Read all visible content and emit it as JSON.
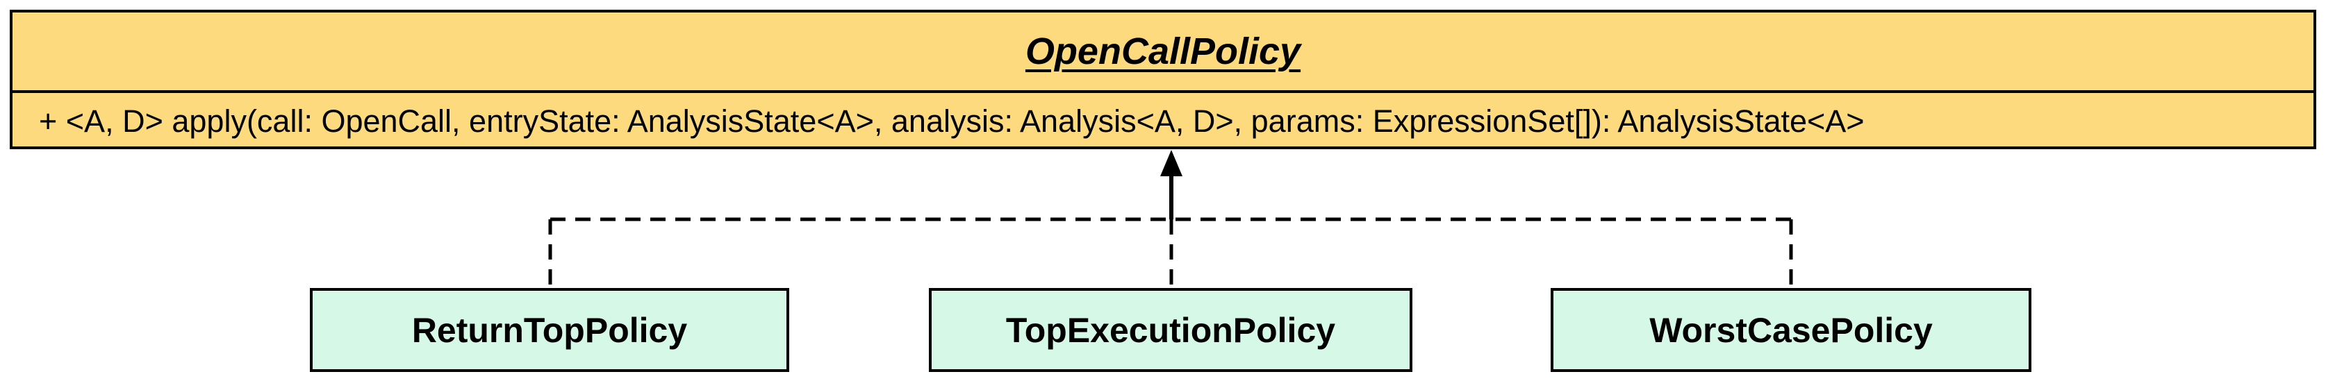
{
  "interface": {
    "name": "OpenCallPolicy",
    "method": "+ <A, D> apply(call: OpenCall, entryState: AnalysisState<A>, analysis: Analysis<A, D>, params: ExpressionSet[]): AnalysisState<A>",
    "fill_color": "#fdda7e"
  },
  "implementations": [
    {
      "name": "ReturnTopPolicy"
    },
    {
      "name": "TopExecutionPolicy"
    },
    {
      "name": "WorstCasePolicy"
    }
  ],
  "implementation_fill_color": "#d6f8e6",
  "relationship": "realization"
}
